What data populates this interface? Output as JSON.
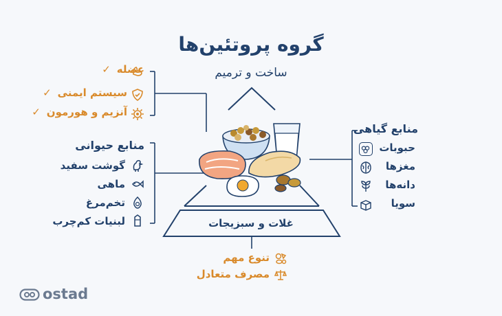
{
  "title": "گروه پروتئین‌ها",
  "subtitle": "ساخت و ترمیم",
  "benefits": [
    {
      "label": "عضله",
      "icon": "muscle-icon",
      "check": "✓"
    },
    {
      "label": "سیستم ایمنی",
      "icon": "shield-icon",
      "check": "✓"
    },
    {
      "label": "آنزیم و هورمون",
      "icon": "gear-icon",
      "check": "✓"
    }
  ],
  "animal": {
    "header": "منابع حیوانی",
    "items": [
      {
        "label": "گوشت سفید",
        "icon": "chicken-icon"
      },
      {
        "label": "ماهی",
        "icon": "fish-icon"
      },
      {
        "label": "تخم‌مرغ",
        "icon": "egg-icon"
      },
      {
        "label": "لبنیات کم‌چرب",
        "icon": "milk-carton-icon"
      }
    ]
  },
  "plant": {
    "header": "منابع گیاهی",
    "items": [
      {
        "label": "حبوبات",
        "icon": "beans-icon"
      },
      {
        "label": "مغزها",
        "icon": "walnut-icon"
      },
      {
        "label": "دانه‌ها",
        "icon": "seeds-icon"
      },
      {
        "label": "سویا",
        "icon": "tofu-icon"
      }
    ]
  },
  "pyramid_base": "غلات و سبزیجات",
  "tips": [
    {
      "label": "تنوع مهم",
      "icon": "variety-icon"
    },
    {
      "label": "مصرف متعادل",
      "icon": "scale-icon"
    }
  ],
  "logo": "ostad",
  "colors": {
    "navy": "#22416b",
    "orange": "#d98a2b",
    "background": "#f6f8fb"
  }
}
